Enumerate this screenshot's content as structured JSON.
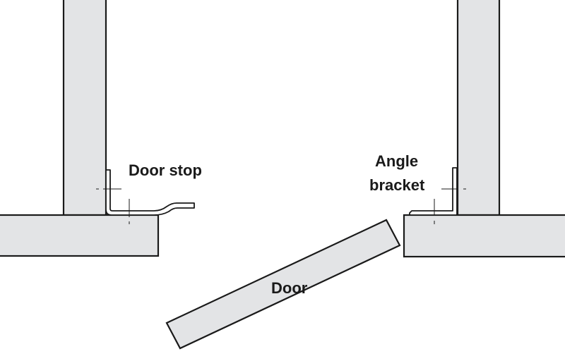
{
  "labels": {
    "door_stop": "Door stop",
    "angle_bracket_line1": "Angle",
    "angle_bracket_line2": "bracket",
    "door": "Door"
  },
  "colors": {
    "fill": "#e3e4e6",
    "stroke": "#1a1a1a"
  }
}
